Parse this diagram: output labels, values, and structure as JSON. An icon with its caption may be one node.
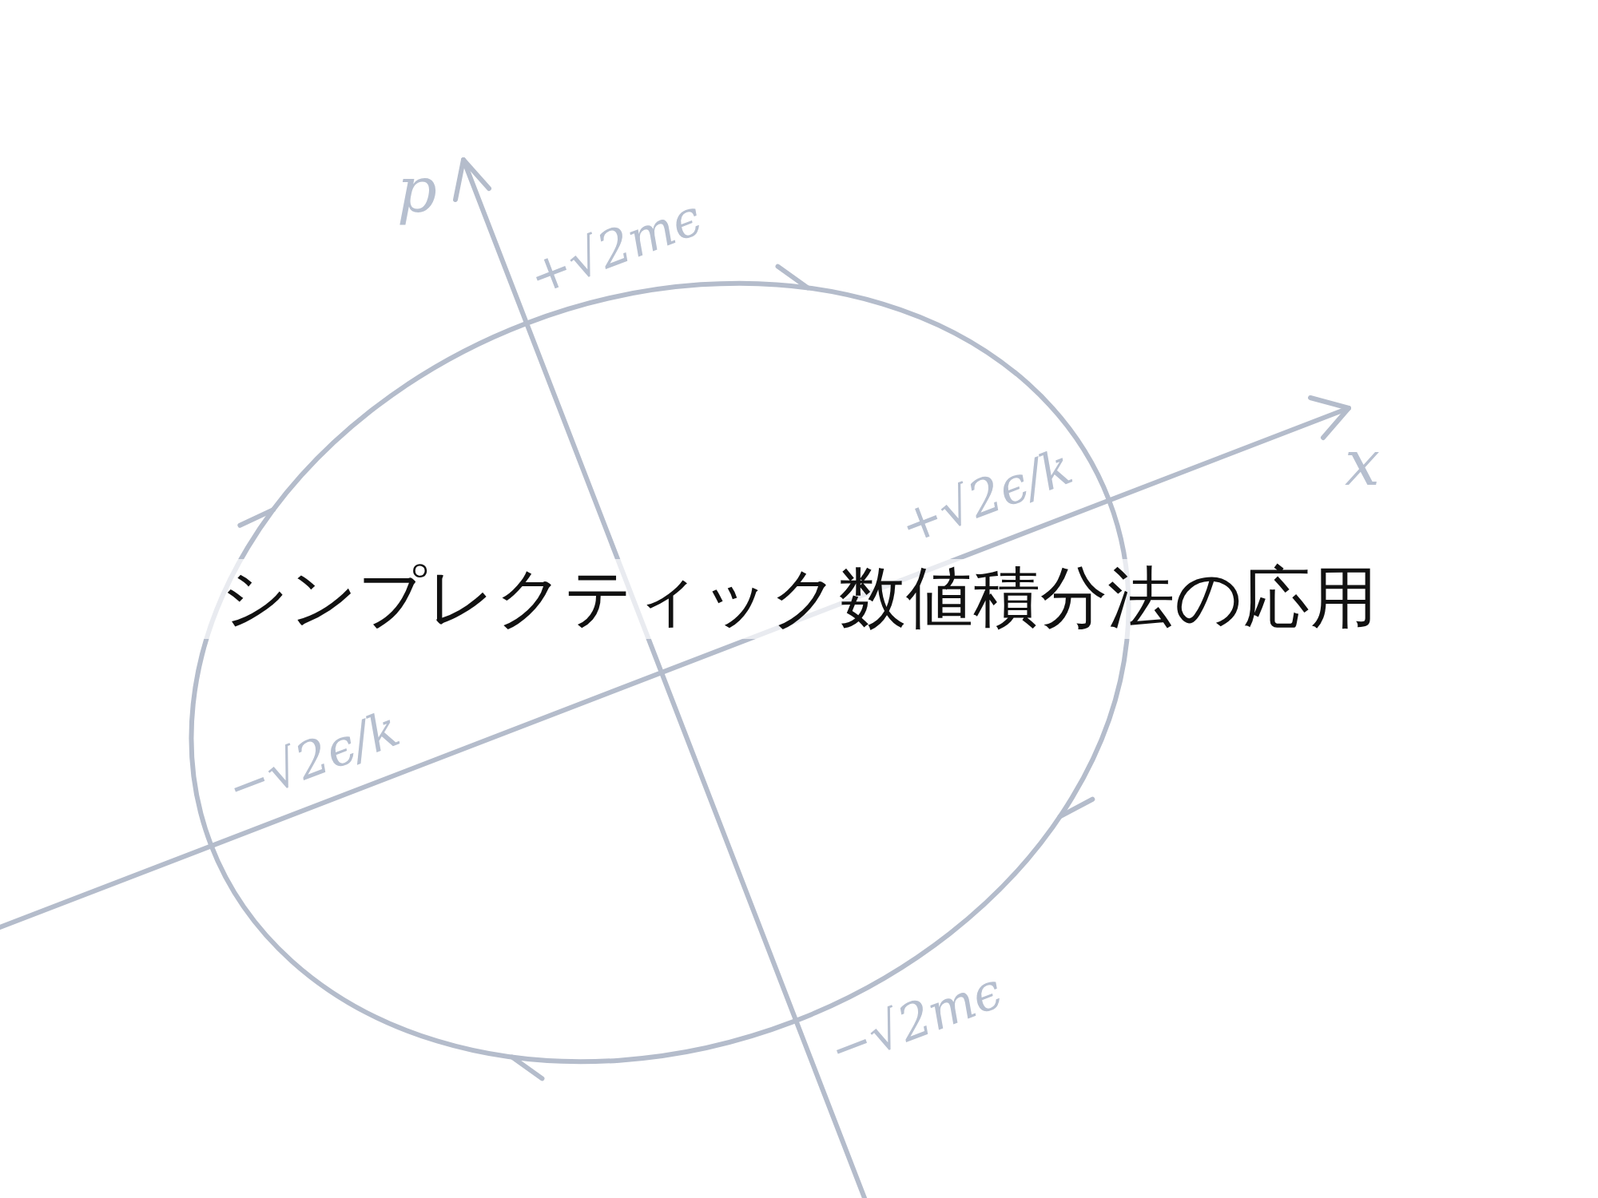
{
  "diagram": {
    "title": "シンプレクティック数値積分法の応用",
    "labels": [
      "p",
      "+√2mϵ",
      "x",
      "+√2ϵ/k",
      "−√2ϵ/k",
      "−√2mϵ"
    ]
  }
}
